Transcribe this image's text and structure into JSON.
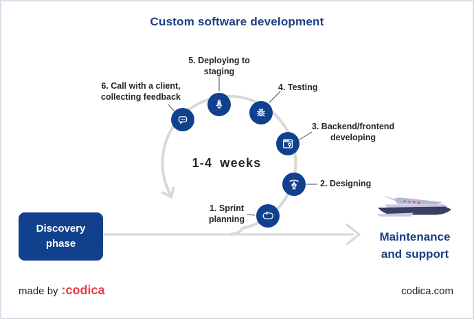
{
  "diagram": {
    "title": "Custom software development",
    "duration_label": "1-4 weeks",
    "steps": [
      {
        "label": "1. Sprint\nplanning",
        "icon": "loop-icon"
      },
      {
        "label": "2. Designing",
        "icon": "pen-tool-icon"
      },
      {
        "label": "3. Backend/frontend\ndeveloping",
        "icon": "browser-tools-icon"
      },
      {
        "label": "4. Testing",
        "icon": "bug-icon"
      },
      {
        "label": "5. Deploying to\nstaging",
        "icon": "rocket-icon"
      },
      {
        "label": "6. Call with a client,\ncollecting feedback",
        "icon": "chat-bubble-icon"
      }
    ],
    "start": {
      "label": "Discovery\nphase"
    },
    "end": {
      "label": "Maintenance\nand support",
      "icon": "yacht-icon"
    }
  },
  "footer": {
    "made_by_label": "made by",
    "brand": ":codica",
    "website": "codica.com"
  },
  "colors": {
    "navy_text": "#1b3e80",
    "circle_blue": "#11418c",
    "accent_red": "#ea3b4e",
    "arc_gray": "#d8d8d8",
    "connector_gray": "#64748f",
    "dark_text": "#24242e",
    "yacht_light": "#b4b7d6",
    "yacht_mid": "#c6c9e2",
    "yacht_dark": "#3b3e63",
    "border": "#dcdde9"
  }
}
